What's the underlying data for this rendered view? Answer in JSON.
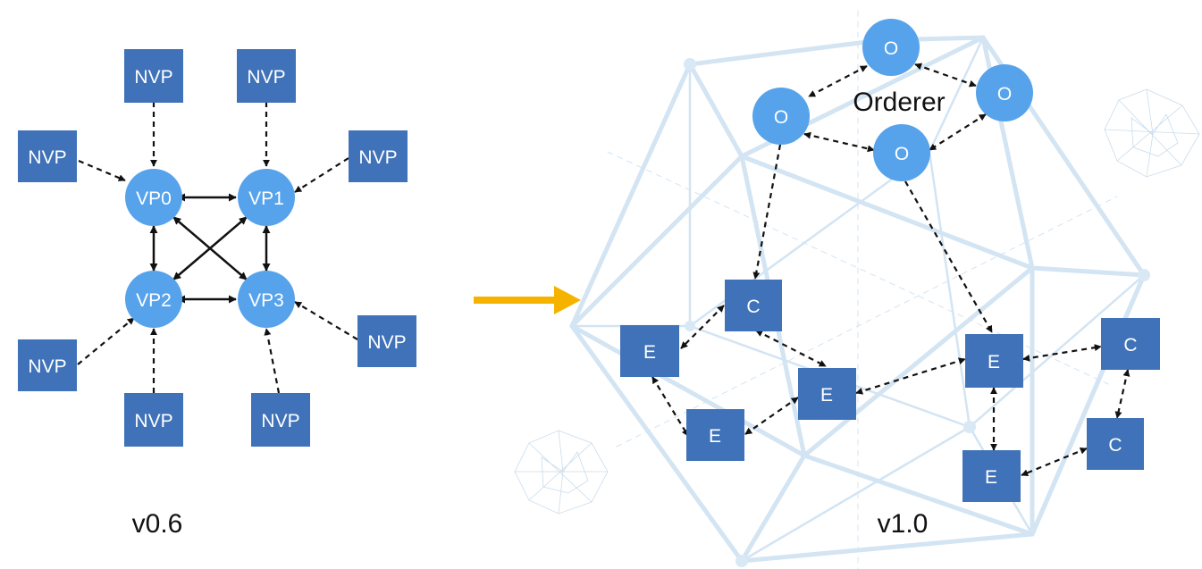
{
  "colors": {
    "square_fill": "#3f72b8",
    "circle_fill": "#56a3ec",
    "arrow": "#111111",
    "accent_arrow": "#f5b300",
    "wireframe": "#d3e4f3"
  },
  "v06": {
    "caption": "v0.6",
    "vp_nodes": [
      "VP0",
      "VP1",
      "VP2",
      "VP3"
    ],
    "nvp_label": "NVP"
  },
  "v10": {
    "caption": "v1.0",
    "orderer_label": "Orderer",
    "orderer_node": "O",
    "committer_node": "C",
    "endorser_node": "E"
  }
}
